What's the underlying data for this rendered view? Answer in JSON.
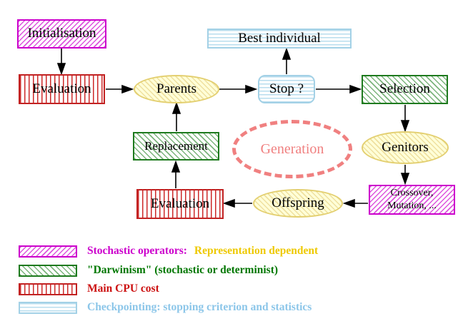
{
  "diagram": {
    "title_implicit": "Evolutionary algorithm generation loop",
    "nodes": {
      "initialisation": "Initialisation",
      "evaluation_top": "Evaluation",
      "parents": "Parents",
      "best_individual": "Best individual",
      "stop": "Stop ?",
      "selection": "Selection",
      "genitors": "Genitors",
      "crossover_line1": "Crossover,",
      "crossover_line2": "Mutation, ...",
      "offspring": "Offspring",
      "evaluation_bottom": "Evaluation",
      "replacement": "Replacement",
      "generation": "Generation"
    },
    "edges": [
      {
        "from": "Initialisation",
        "to": "Evaluation (top)"
      },
      {
        "from": "Evaluation (top)",
        "to": "Parents"
      },
      {
        "from": "Parents",
        "to": "Stop ?"
      },
      {
        "from": "Stop ?",
        "to": "Best individual"
      },
      {
        "from": "Stop ?",
        "to": "Selection"
      },
      {
        "from": "Selection",
        "to": "Genitors"
      },
      {
        "from": "Genitors",
        "to": "Crossover, Mutation, ..."
      },
      {
        "from": "Crossover, Mutation, ...",
        "to": "Offspring"
      },
      {
        "from": "Offspring",
        "to": "Evaluation (bottom)"
      },
      {
        "from": "Evaluation (bottom)",
        "to": "Replacement"
      },
      {
        "from": "Replacement",
        "to": "Parents"
      }
    ]
  },
  "legend": {
    "stochastic": {
      "label": "Stochastic operators:",
      "suffix": "Representation dependent"
    },
    "darwinism": {
      "label": "\"Darwinism\" (stochastic or determinist)"
    },
    "cpu": {
      "label": "Main CPU cost"
    },
    "checkpoint": {
      "label": "Checkpointing: stopping criterion and statistics"
    }
  },
  "colors": {
    "magenta_border": "#CC00CC",
    "green_border": "#1E7A1E",
    "red_border": "#C22222",
    "cyan_border": "#A3D1E6",
    "yellow_border": "#E3CF70",
    "yellow_fill": "#FFFFD8",
    "salmon_dashed": "#F08080",
    "legend_magenta_text": "#CC00CC",
    "legend_gold_text": "#EEC900",
    "legend_green_text": "#007700",
    "legend_red_text": "#CC1111",
    "legend_cyan_text": "#8CC6E9",
    "arrow_color": "#000000"
  }
}
